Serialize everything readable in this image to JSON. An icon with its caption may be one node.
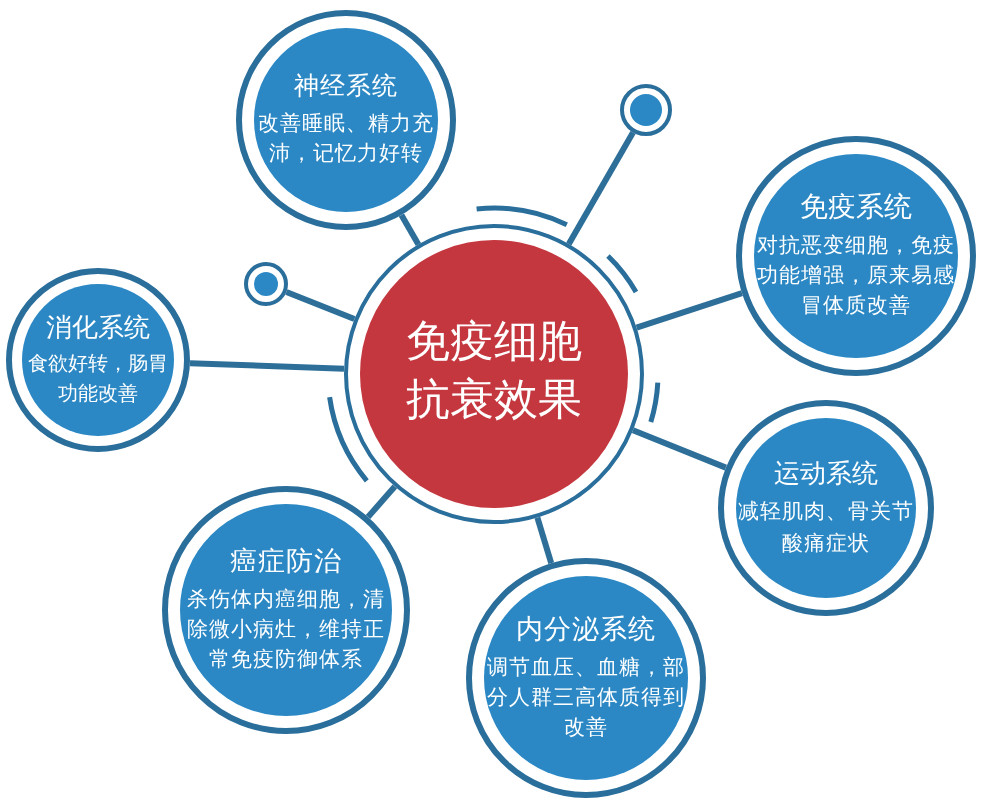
{
  "diagram": {
    "nodes": [
      {
        "text": [
          "免疫细胞抗衰效果"
        ]
      },
      {
        "text": [
          "神经系统",
          "改善睡眠、精力充沛，记忆力好转"
        ]
      },
      {
        "text": [],
        "shape": "circle"
      },
      {
        "text": [
          "免疫系统",
          "对抗恶变细胞，免疫功能增强，原来易感冒体质改善"
        ]
      },
      {
        "text": [],
        "shape": "circle"
      },
      {
        "text": [
          "消化系统",
          "食欲好转，肠胃功能改善"
        ]
      },
      {
        "text": [
          "运动系统",
          "减轻肌肉、骨关节酸痛症状"
        ]
      },
      {
        "text": [
          "癌症防治",
          "杀伤体内癌细胞，清除微小病灶，维持正常免疫防御体系"
        ]
      },
      {
        "text": [
          "内分泌系统",
          "调节血压、血糖，部分人群三高体质得到改善"
        ]
      }
    ],
    "edges": [
      {
        "from": 0,
        "to": 1,
        "arrow": "none"
      },
      {
        "from": 0,
        "to": 2,
        "arrow": "none"
      },
      {
        "from": 0,
        "to": 3,
        "arrow": "none"
      },
      {
        "from": 0,
        "to": 4,
        "arrow": "none"
      },
      {
        "from": 0,
        "to": 5,
        "arrow": "none"
      },
      {
        "from": 0,
        "to": 6,
        "arrow": "none"
      },
      {
        "from": 0,
        "to": 7,
        "arrow": "none"
      },
      {
        "from": 0,
        "to": 8,
        "arrow": "none"
      }
    ]
  }
}
